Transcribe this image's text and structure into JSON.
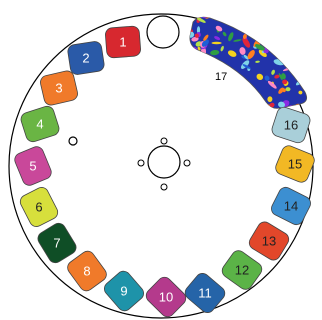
{
  "spaces": [
    {
      "label": "1",
      "color": "#d7282f",
      "text": "#ffffff"
    },
    {
      "label": "2",
      "color": "#2a5aa8",
      "text": "#ffffff"
    },
    {
      "label": "3",
      "color": "#f07a2a",
      "text": "#ffffff"
    },
    {
      "label": "4",
      "color": "#6ab544",
      "text": "#ffffff"
    },
    {
      "label": "5",
      "color": "#c9489a",
      "text": "#ffffff"
    },
    {
      "label": "6",
      "color": "#d7df3c",
      "text": "#222222"
    },
    {
      "label": "7",
      "color": "#0f4e26",
      "text": "#ffffff"
    },
    {
      "label": "8",
      "color": "#f07a2a",
      "text": "#ffffff"
    },
    {
      "label": "9",
      "color": "#1e93a9",
      "text": "#ffffff"
    },
    {
      "label": "10",
      "color": "#b43a8c",
      "text": "#ffffff"
    },
    {
      "label": "11",
      "color": "#2564a8",
      "text": "#ffffff"
    },
    {
      "label": "12",
      "color": "#5bb347",
      "text": "#222222"
    },
    {
      "label": "13",
      "color": "#e2472a",
      "text": "#222222"
    },
    {
      "label": "14",
      "color": "#3c8fd1",
      "text": "#222222"
    },
    {
      "label": "15",
      "color": "#f2b824",
      "text": "#222222"
    },
    {
      "label": "16",
      "color": "#a9cfd9",
      "text": "#222222"
    }
  ],
  "final_space": {
    "label": "17"
  },
  "start_space": {
    "color": "#ffffff"
  }
}
